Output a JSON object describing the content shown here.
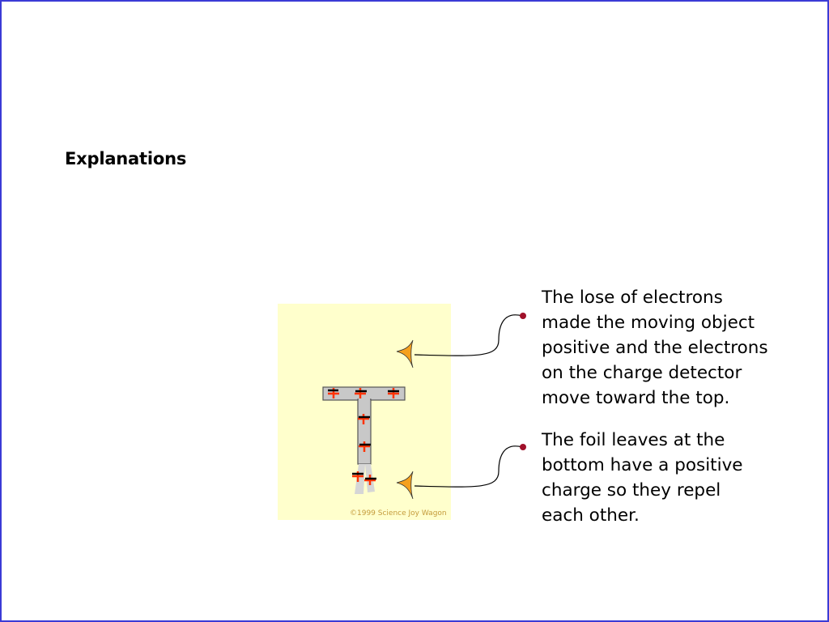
{
  "title": "Explanations",
  "figure": {
    "copyright": "©1999 Science Joy Wagon",
    "panel_color": "#ffffcc",
    "positive_color": "#ff3300",
    "negative_color": "#000000",
    "pointer_color": "#f5a01e"
  },
  "callouts": [
    {
      "lines": [
        "The lose of electrons",
        "made the moving object",
        "positive and the electrons",
        "on the charge detector",
        "move toward the top."
      ]
    },
    {
      "lines": [
        "The foil leaves at the",
        "bottom have a positive",
        "charge so they repel",
        "each other."
      ]
    }
  ]
}
